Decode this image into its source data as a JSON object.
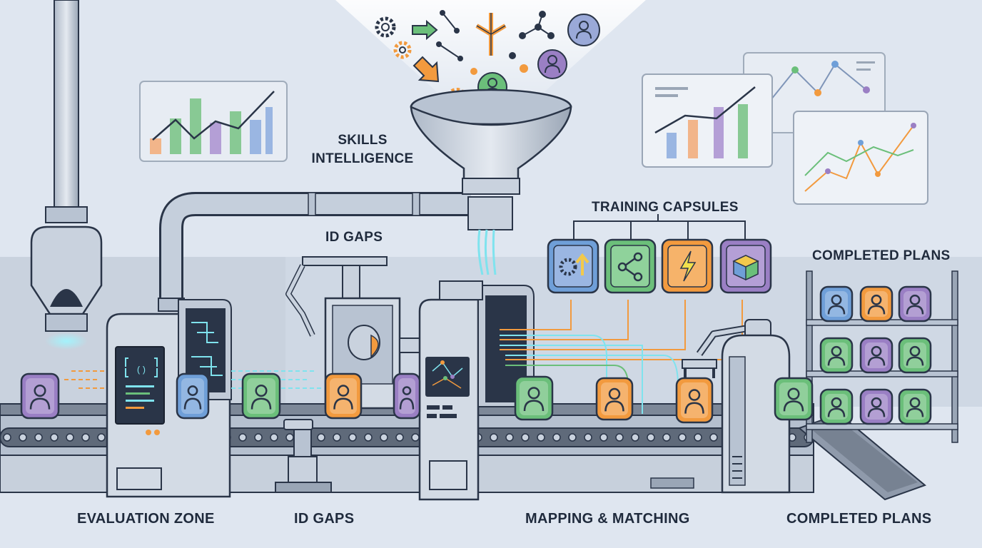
{
  "labels": {
    "skills_intelligence_line1": "SKILLS",
    "skills_intelligence_line2": "INTELLIGENCE",
    "training_capsules": "TRAINING CAPSULES",
    "id_gaps_top": "ID GAPS",
    "completed_plans_top": "COMPLETED PLANS",
    "bottom": {
      "evaluation_zone": "EVALUATION ZONE",
      "id_gaps": "ID GAPS",
      "mapping_matching": "MAPPING & MATCHING",
      "completed_plans": "COMPLETED PLANS"
    }
  },
  "colors": {
    "background": "#dfe6f0",
    "machine": "#c9d2de",
    "outline": "#2a3548",
    "green": "#6bbf7a",
    "orange": "#f29a3e",
    "purple": "#9a7fc4",
    "blue": "#6f9fd8",
    "teal_glow": "#7fe3ee"
  },
  "icons": {
    "funnel_inputs": [
      "gear-icon",
      "arrow-right-icon",
      "split-arrow-icon",
      "network-icon",
      "person-icon",
      "arrow-down-icon"
    ],
    "training_capsules": [
      "gear-arrow-icon",
      "share-icon",
      "lightning-icon",
      "cube-icon"
    ],
    "conveyor_items": [
      "person-icon"
    ]
  }
}
